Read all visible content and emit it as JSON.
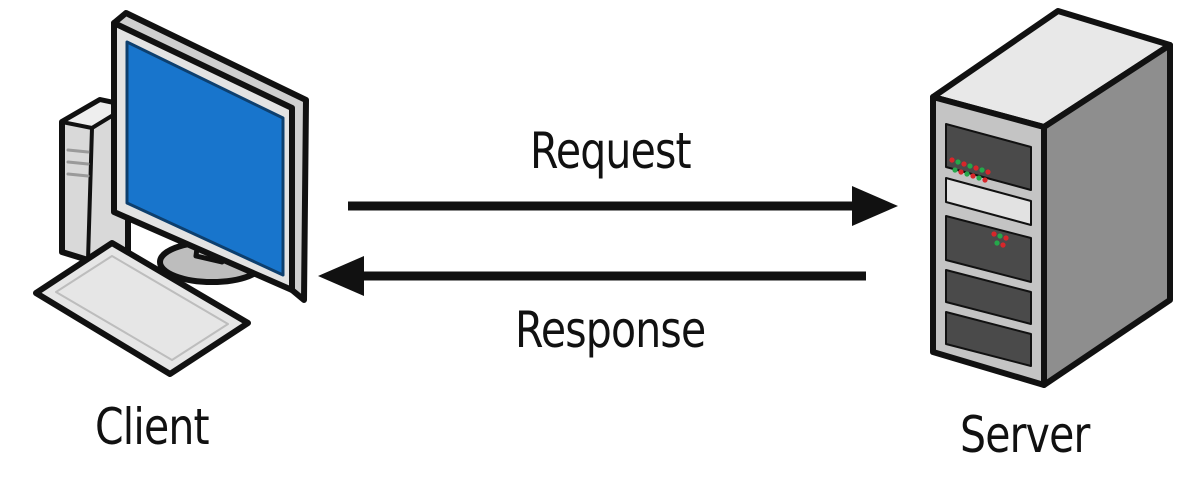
{
  "labels": {
    "request": "Request",
    "response": "Response",
    "client": "Client",
    "server": "Server"
  },
  "icons": {
    "client": "desktop-computer-icon",
    "server": "server-tower-icon"
  },
  "colors": {
    "screen": "#1875cc",
    "line": "#111111",
    "led_red": "#d8262a",
    "led_green": "#25a84a"
  }
}
